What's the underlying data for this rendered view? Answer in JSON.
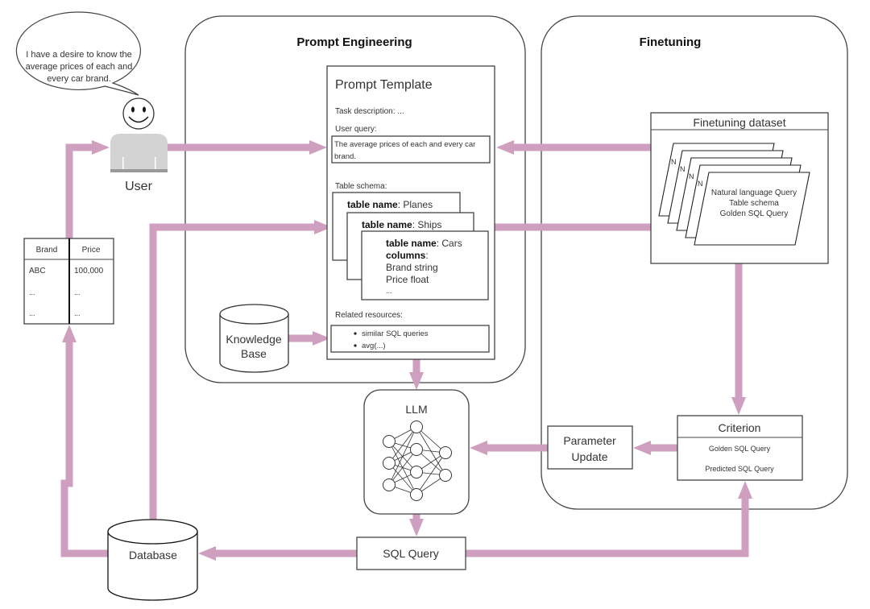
{
  "colors": {
    "arrow": "#cf9fc0",
    "stroke": "#444444",
    "user_body": "#d3d3d3"
  },
  "speech_bubble": {
    "lines": [
      "I have a desire to know the",
      "average prices of each and",
      "every car brand."
    ]
  },
  "user": {
    "label": "User",
    "icon": "smiley-user-icon"
  },
  "result_table": {
    "headers": [
      "Brand",
      "Price"
    ],
    "rows": [
      [
        "ABC",
        "100,000"
      ],
      [
        "...",
        "..."
      ],
      [
        "...",
        "..."
      ]
    ]
  },
  "prompt_engineering": {
    "title": "Prompt Engineering",
    "template": {
      "title": "Prompt Template",
      "task_description": "Task description: ...",
      "user_query_label": "User query:",
      "user_query_lines": [
        "The average prices of each and every car",
        "brand."
      ],
      "table_schema_label": "Table schema:",
      "tables": [
        {
          "key": "table name",
          "value": ": Planes"
        },
        {
          "key": "table name",
          "value": ": Ships"
        },
        {
          "key": "table name",
          "value": ": Cars"
        }
      ],
      "columns_key": "columns",
      "columns_sep": ":",
      "columns": [
        "Brand string",
        "Price float",
        "..."
      ],
      "related_label": "Related resources:",
      "related": [
        "similar SQL queries",
        "avg(...)"
      ]
    },
    "knowledge_base": [
      "Knowledge",
      "Base"
    ]
  },
  "llm": {
    "title": "LLM",
    "icon": "neural-network-icon"
  },
  "sql_query": "SQL Query",
  "database": "Database",
  "finetuning": {
    "title": "Finetuning",
    "dataset": {
      "title": "Finetuning dataset",
      "stack_letter": "N",
      "lines": [
        "Natural language Query",
        "Table schema",
        "Golden SQL Query"
      ]
    },
    "parameter_update": [
      "Parameter",
      "Update"
    ],
    "criterion": {
      "title": "Criterion",
      "lines": [
        "Golden SQL Query",
        "Predicted SQL Query"
      ]
    }
  }
}
